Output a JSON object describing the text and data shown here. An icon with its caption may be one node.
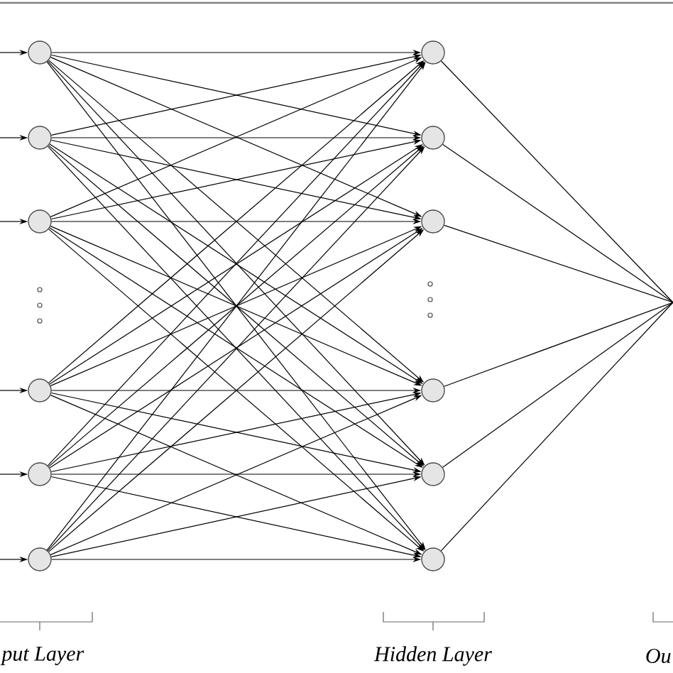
{
  "diagram": {
    "nodes": [
      {
        "text": [],
        "shape": "circle"
      },
      {
        "text": [],
        "shape": "circle"
      },
      {
        "text": [],
        "shape": "circle"
      },
      {
        "text": [],
        "shape": "circle"
      },
      {
        "text": [],
        "shape": "circle"
      },
      {
        "text": [],
        "shape": "circle"
      },
      {
        "text": [],
        "shape": "circle"
      },
      {
        "text": [],
        "shape": "circle"
      },
      {
        "text": [],
        "shape": "circle"
      },
      {
        "text": [],
        "shape": "circle"
      },
      {
        "text": [],
        "shape": "circle"
      },
      {
        "text": [],
        "shape": "circle"
      }
    ],
    "edges": [
      {
        "from": null,
        "to": 0,
        "arrow": "to"
      },
      {
        "from": null,
        "to": 1,
        "arrow": "to"
      },
      {
        "from": null,
        "to": 2,
        "arrow": "to"
      },
      {
        "from": null,
        "to": 3,
        "arrow": "to"
      },
      {
        "from": null,
        "to": 4,
        "arrow": "to"
      },
      {
        "from": null,
        "to": 5,
        "arrow": "to"
      },
      {
        "from": 0,
        "to": 6,
        "arrow": "to"
      },
      {
        "from": 0,
        "to": 7,
        "arrow": "to"
      },
      {
        "from": 0,
        "to": 8,
        "arrow": "to"
      },
      {
        "from": 0,
        "to": 9,
        "arrow": "to"
      },
      {
        "from": 0,
        "to": 10,
        "arrow": "to"
      },
      {
        "from": 0,
        "to": 11,
        "arrow": "to"
      },
      {
        "from": 1,
        "to": 6,
        "arrow": "to"
      },
      {
        "from": 1,
        "to": 7,
        "arrow": "to"
      },
      {
        "from": 1,
        "to": 8,
        "arrow": "to"
      },
      {
        "from": 1,
        "to": 9,
        "arrow": "to"
      },
      {
        "from": 1,
        "to": 10,
        "arrow": "to"
      },
      {
        "from": 1,
        "to": 11,
        "arrow": "to"
      },
      {
        "from": 2,
        "to": 6,
        "arrow": "to"
      },
      {
        "from": 2,
        "to": 7,
        "arrow": "to"
      },
      {
        "from": 2,
        "to": 8,
        "arrow": "to"
      },
      {
        "from": 2,
        "to": 9,
        "arrow": "to"
      },
      {
        "from": 2,
        "to": 10,
        "arrow": "to"
      },
      {
        "from": 2,
        "to": 11,
        "arrow": "to"
      },
      {
        "from": 3,
        "to": 6,
        "arrow": "to"
      },
      {
        "from": 3,
        "to": 7,
        "arrow": "to"
      },
      {
        "from": 3,
        "to": 8,
        "arrow": "to"
      },
      {
        "from": 3,
        "to": 9,
        "arrow": "to"
      },
      {
        "from": 3,
        "to": 10,
        "arrow": "to"
      },
      {
        "from": 3,
        "to": 11,
        "arrow": "to"
      },
      {
        "from": 4,
        "to": 6,
        "arrow": "to"
      },
      {
        "from": 4,
        "to": 7,
        "arrow": "to"
      },
      {
        "from": 4,
        "to": 8,
        "arrow": "to"
      },
      {
        "from": 4,
        "to": 9,
        "arrow": "to"
      },
      {
        "from": 4,
        "to": 10,
        "arrow": "to"
      },
      {
        "from": 4,
        "to": 11,
        "arrow": "to"
      },
      {
        "from": 5,
        "to": 6,
        "arrow": "to"
      },
      {
        "from": 5,
        "to": 7,
        "arrow": "to"
      },
      {
        "from": 5,
        "to": 8,
        "arrow": "to"
      },
      {
        "from": 5,
        "to": 9,
        "arrow": "to"
      },
      {
        "from": 5,
        "to": 10,
        "arrow": "to"
      },
      {
        "from": 5,
        "to": 11,
        "arrow": "to"
      },
      {
        "from": 6,
        "to": null,
        "arrow": "none"
      },
      {
        "from": 7,
        "to": null,
        "arrow": "none"
      },
      {
        "from": 8,
        "to": null,
        "arrow": "none"
      },
      {
        "from": 9,
        "to": null,
        "arrow": "none"
      },
      {
        "from": 10,
        "to": null,
        "arrow": "none"
      },
      {
        "from": 11,
        "to": null,
        "arrow": "none"
      }
    ],
    "labels": [
      "put Layer",
      "Hidden Layer",
      "Ou"
    ]
  }
}
